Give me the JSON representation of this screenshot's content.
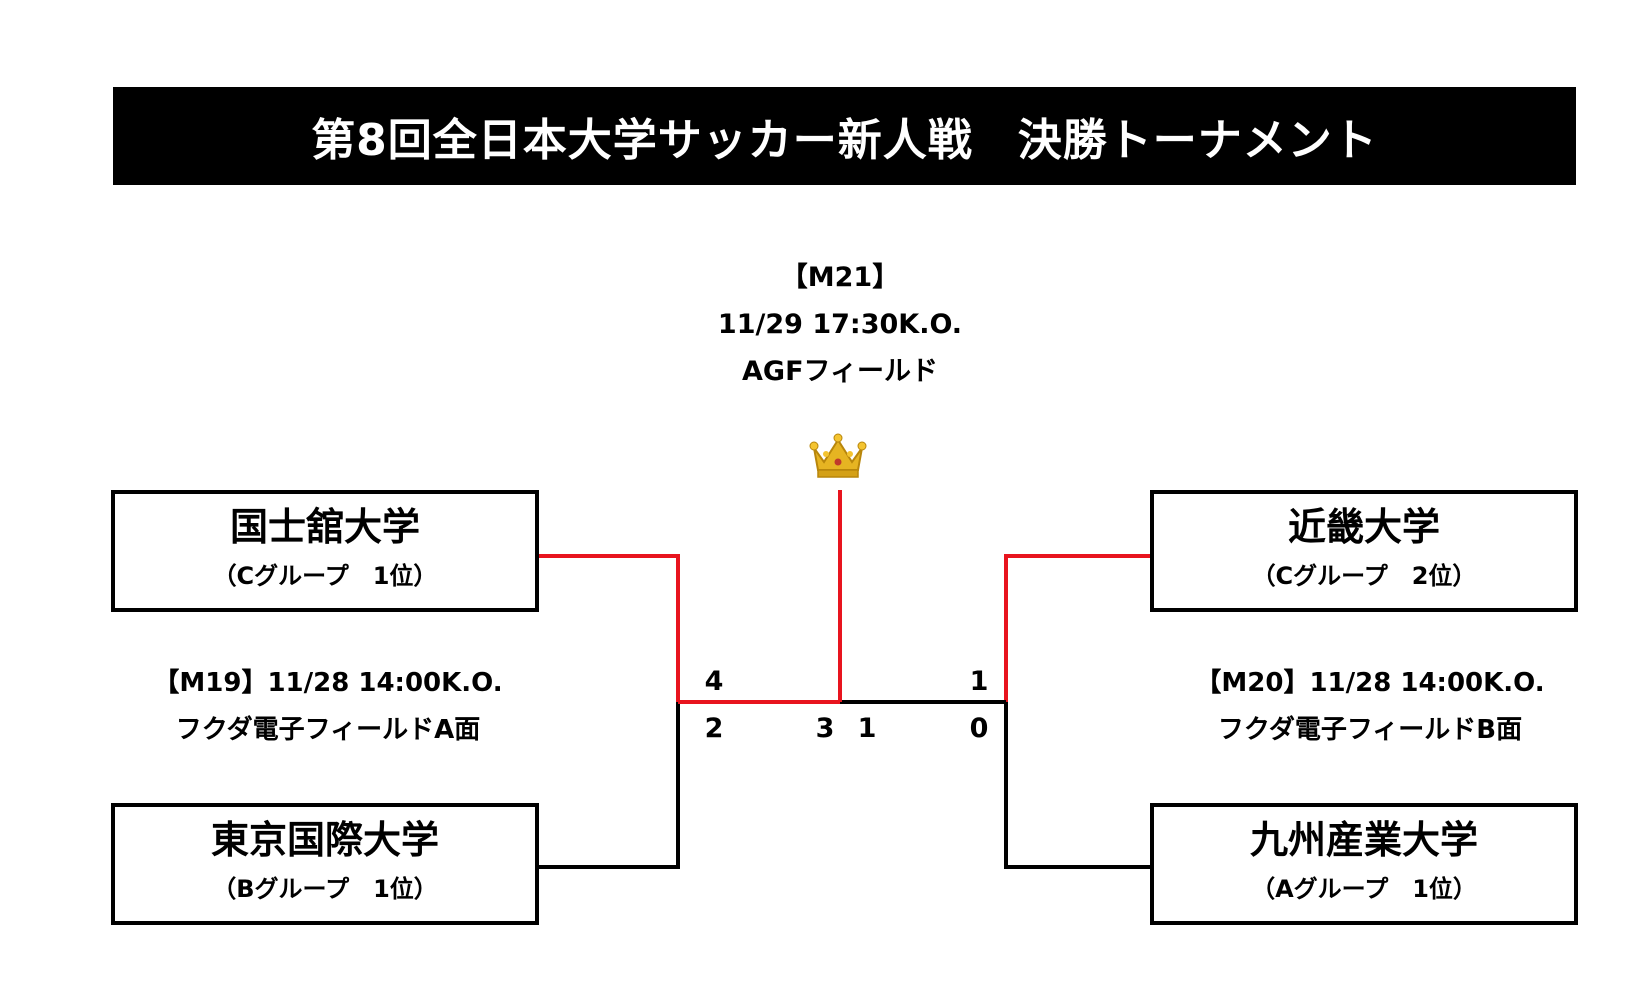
{
  "title": "第8回全日本大学サッカー新人戦　決勝トーナメント",
  "final": {
    "match_id": "【M21】",
    "datetime": "11/29 17:30K.O.",
    "venue": "AGFフィールド"
  },
  "teams": {
    "top_left": {
      "name": "国士舘大学",
      "group": "（Cグループ　1位）"
    },
    "bottom_left": {
      "name": "東京国際大学",
      "group": "（Bグループ　1位）"
    },
    "top_right": {
      "name": "近畿大学",
      "group": "（Cグループ　2位）"
    },
    "bottom_right": {
      "name": "九州産業大学",
      "group": "（Aグループ　1位）"
    }
  },
  "semifinals": {
    "left": {
      "label": "【M19】11/28 14:00K.O.",
      "venue": "フクダ電子フィールドA面"
    },
    "right": {
      "label": "【M20】11/28 14:00K.O.",
      "venue": "フクダ電子フィールドB面"
    }
  },
  "scores": {
    "left_top": "4",
    "left_bottom": "2",
    "final_left": "3",
    "final_right": "1",
    "right_top": "1",
    "right_bottom": "0"
  },
  "colors": {
    "winner_line": "#e8141e",
    "loser_line": "#000000",
    "title_bg": "#000000",
    "crown": "#e6b422"
  },
  "icons": {
    "champion": "crown-icon"
  }
}
